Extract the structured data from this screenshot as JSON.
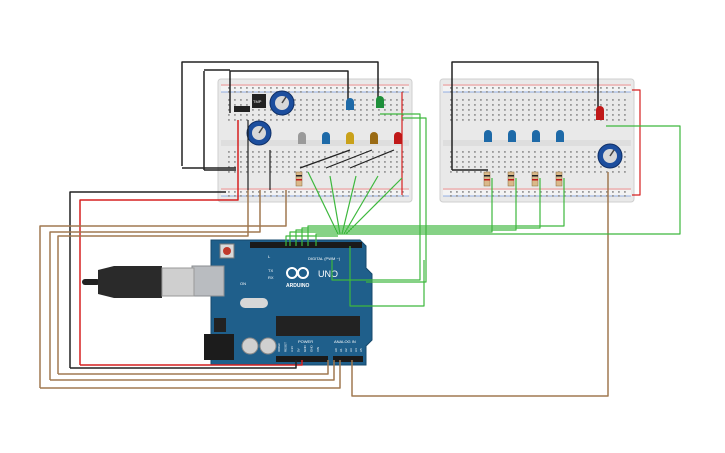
{
  "canvas": {
    "title": ""
  },
  "arduino": {
    "logo": "ARDUINO",
    "model": "UNO",
    "digital_label": "DIGITAL (PWM ~)",
    "power_label": "POWER",
    "analog_label": "ANALOG IN",
    "tx_label": "TX",
    "rx_label": "RX",
    "l_label": "L",
    "on_label": "ON",
    "power_pins": [
      "IOREF",
      "RESET",
      "3.3V",
      "5V",
      "GND",
      "GND",
      "VIN"
    ],
    "analog_pins": [
      "A0",
      "A1",
      "A2",
      "A3",
      "A4",
      "A5"
    ]
  },
  "components": {
    "button_label": "TMP"
  },
  "colors": {
    "board_blue": "#1f5f8b",
    "wire_red": "#d62020",
    "wire_black": "#222222",
    "wire_green": "#3db83d",
    "wire_brown": "#a07850",
    "led_blue": "#1e6aa8",
    "led_yellow": "#c9a11a",
    "led_brown": "#9a6b14",
    "led_red": "#c01818",
    "led_green": "#1d8f3a",
    "led_gray": "#9a9a9a",
    "pot_blue": "#1c4e9e"
  }
}
